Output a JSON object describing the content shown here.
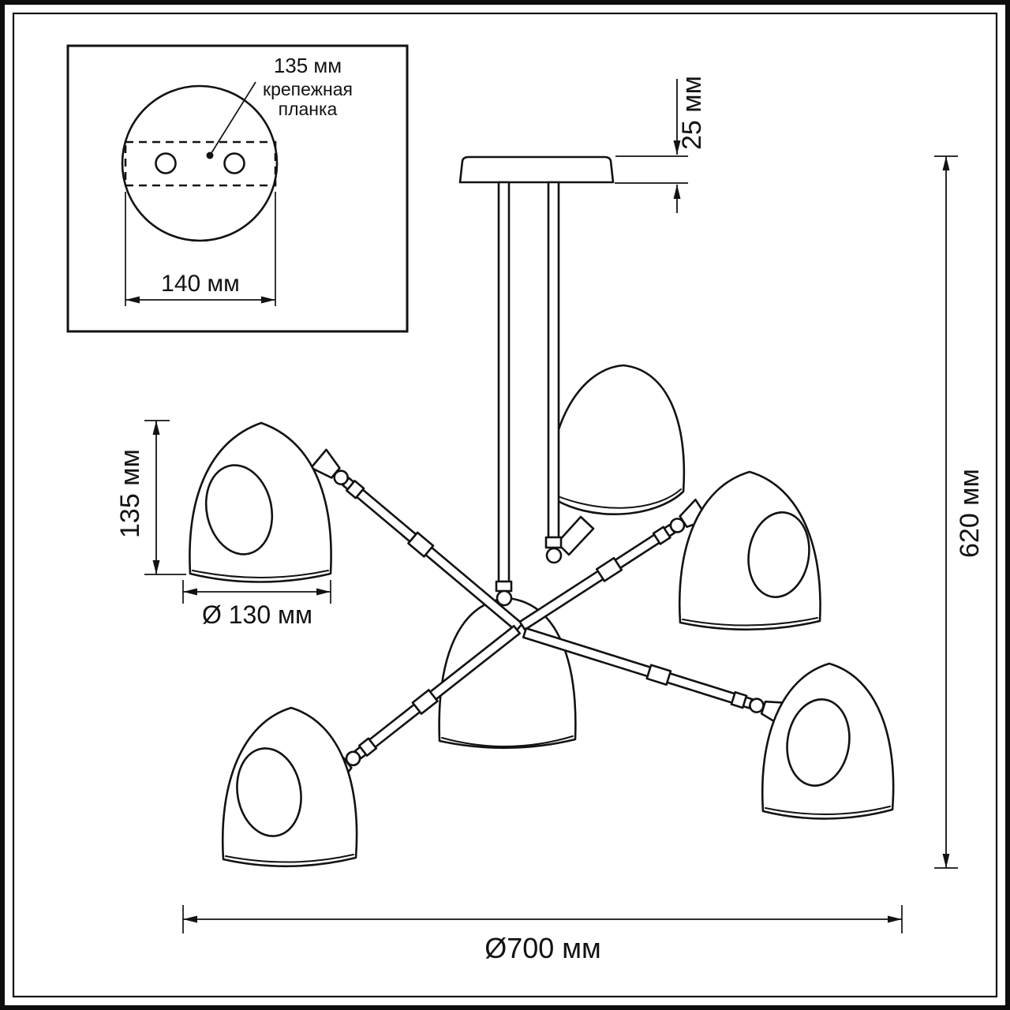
{
  "inset": {
    "plate_offset_label": "135 мм",
    "plate_name_line1": "крепежная",
    "plate_name_line2": "планка",
    "plate_width": "140 мм"
  },
  "dimensions": {
    "canopy_height": "25 мм",
    "overall_height": "620 мм",
    "shade_height": "135 мм",
    "shade_diameter": "Ø 130 мм",
    "overall_diameter": "Ø700 мм"
  },
  "colors": {
    "line": "#121212",
    "background": "#ffffff"
  }
}
